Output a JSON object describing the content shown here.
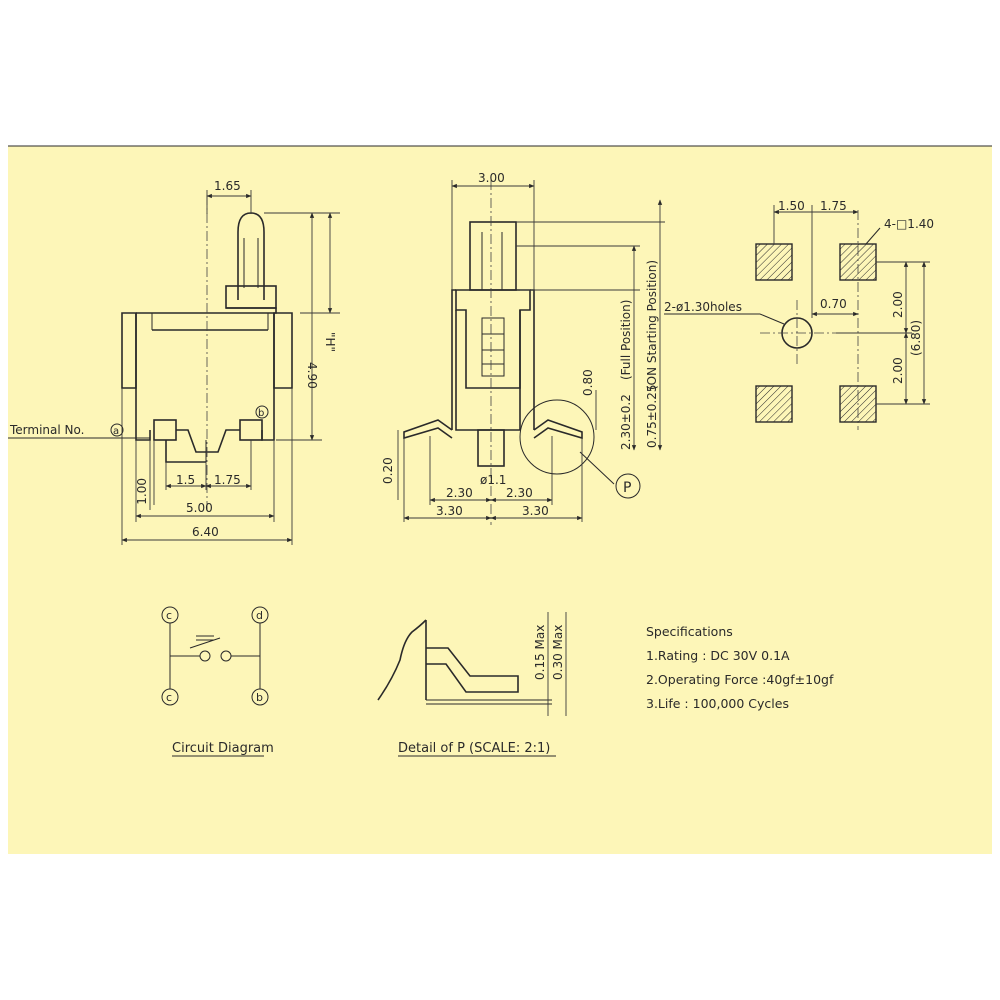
{
  "front_view": {
    "dims": {
      "top_width": "1.65",
      "height_label": "\"H\"",
      "body_height": "4.90",
      "terminal_height": "1.00",
      "terminal_pitch_a": "1.5",
      "terminal_pitch_b": "1.75",
      "width_inner": "5.00",
      "width_overall": "6.40"
    },
    "labels": {
      "terminal": "Terminal No.",
      "terminal_a": "a",
      "terminal_b": "b"
    }
  },
  "side_view": {
    "dims": {
      "top_width": "3.00",
      "travel": "2.30±0.2",
      "full_position": "(Full Position)",
      "on_position": "0.75±0.25",
      "on_starting": "(ON Starting Position)",
      "offset": "0.80",
      "foot_thickness": "0.20",
      "center_slot": "ø1.1",
      "half_inner_left": "2.30",
      "half_inner_right": "2.30",
      "half_outer_left": "3.30",
      "half_outer_right": "3.30"
    },
    "detail_marker": "P"
  },
  "pcb_layout": {
    "dims": {
      "pitch_left": "1.50",
      "pitch_right": "1.75",
      "pad_size": "4-□1.40",
      "holes": "2-ø1.30holes",
      "hole_offset": "0.70",
      "vert_upper": "2.00",
      "vert_lower": "2.00",
      "vert_total": "(6.80)"
    }
  },
  "circuit": {
    "title": "Circuit Diagram",
    "nodes": [
      "c",
      "d",
      "c",
      "b"
    ]
  },
  "detail": {
    "title": "Detail of P (SCALE: 2:1)",
    "dim_a": "0.15 Max",
    "dim_b": "0.30 Max"
  },
  "specifications": {
    "title": "Specifications",
    "items": [
      "1.Rating : DC 30V  0.1A",
      "2.Operating Force :40gf±10gf",
      "3.Life : 100,000 Cycles"
    ]
  }
}
